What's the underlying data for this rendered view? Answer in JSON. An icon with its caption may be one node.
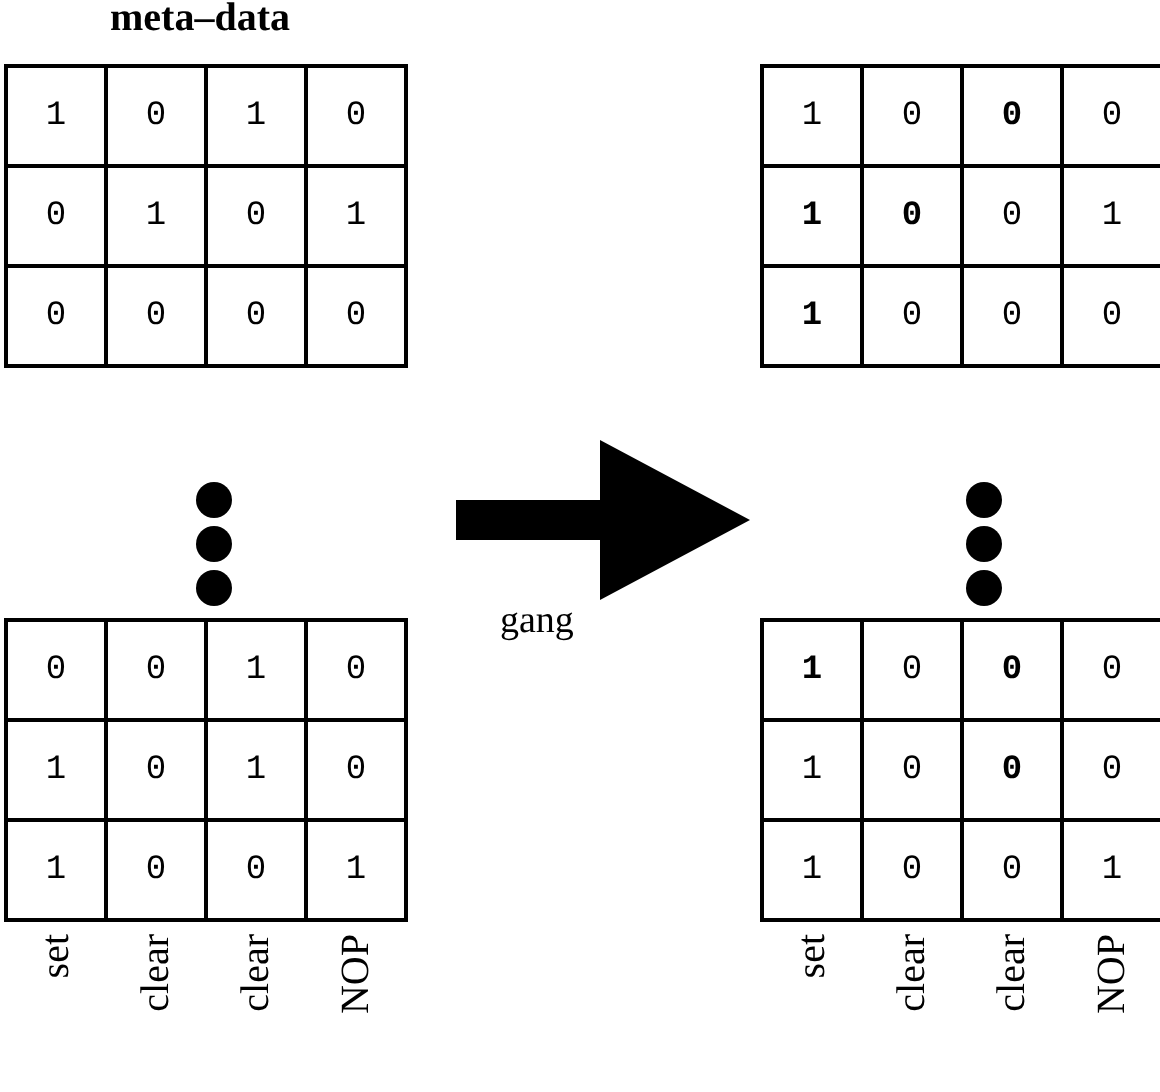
{
  "diagram": {
    "nodes": [
      {
        "text": [
          "meta–data"
        ]
      },
      {
        "text": [
          "1",
          "0",
          "1",
          "0",
          "0",
          "1",
          "0",
          "1",
          "0",
          "0",
          "0",
          "0"
        ],
        "in": 0
      },
      {
        "text": [
          "0",
          "0",
          "1",
          "0",
          "1",
          "0",
          "1",
          "0",
          "1",
          "0",
          "0",
          "1"
        ],
        "beside": [
          "set",
          "clear",
          "clear",
          "NOP"
        ],
        "in": 0
      },
      {
        "text": [],
        "shape": "box"
      },
      {
        "text": [
          "1",
          "0",
          "**0**",
          "0",
          "**1**",
          "**0**",
          "0",
          "1",
          "**1**",
          "0",
          "0",
          "0"
        ],
        "in": 3
      },
      {
        "text": [
          "**1**",
          "0",
          "**0**",
          "0",
          "1",
          "0",
          "**0**",
          "0",
          "1",
          "0",
          "0",
          "1"
        ],
        "beside": [
          "set",
          "clear",
          "clear",
          "NOP"
        ],
        "in": 3
      }
    ],
    "edges": [
      {
        "from": 0,
        "to": 3,
        "arrow": "to",
        "label": "gang"
      }
    ]
  }
}
